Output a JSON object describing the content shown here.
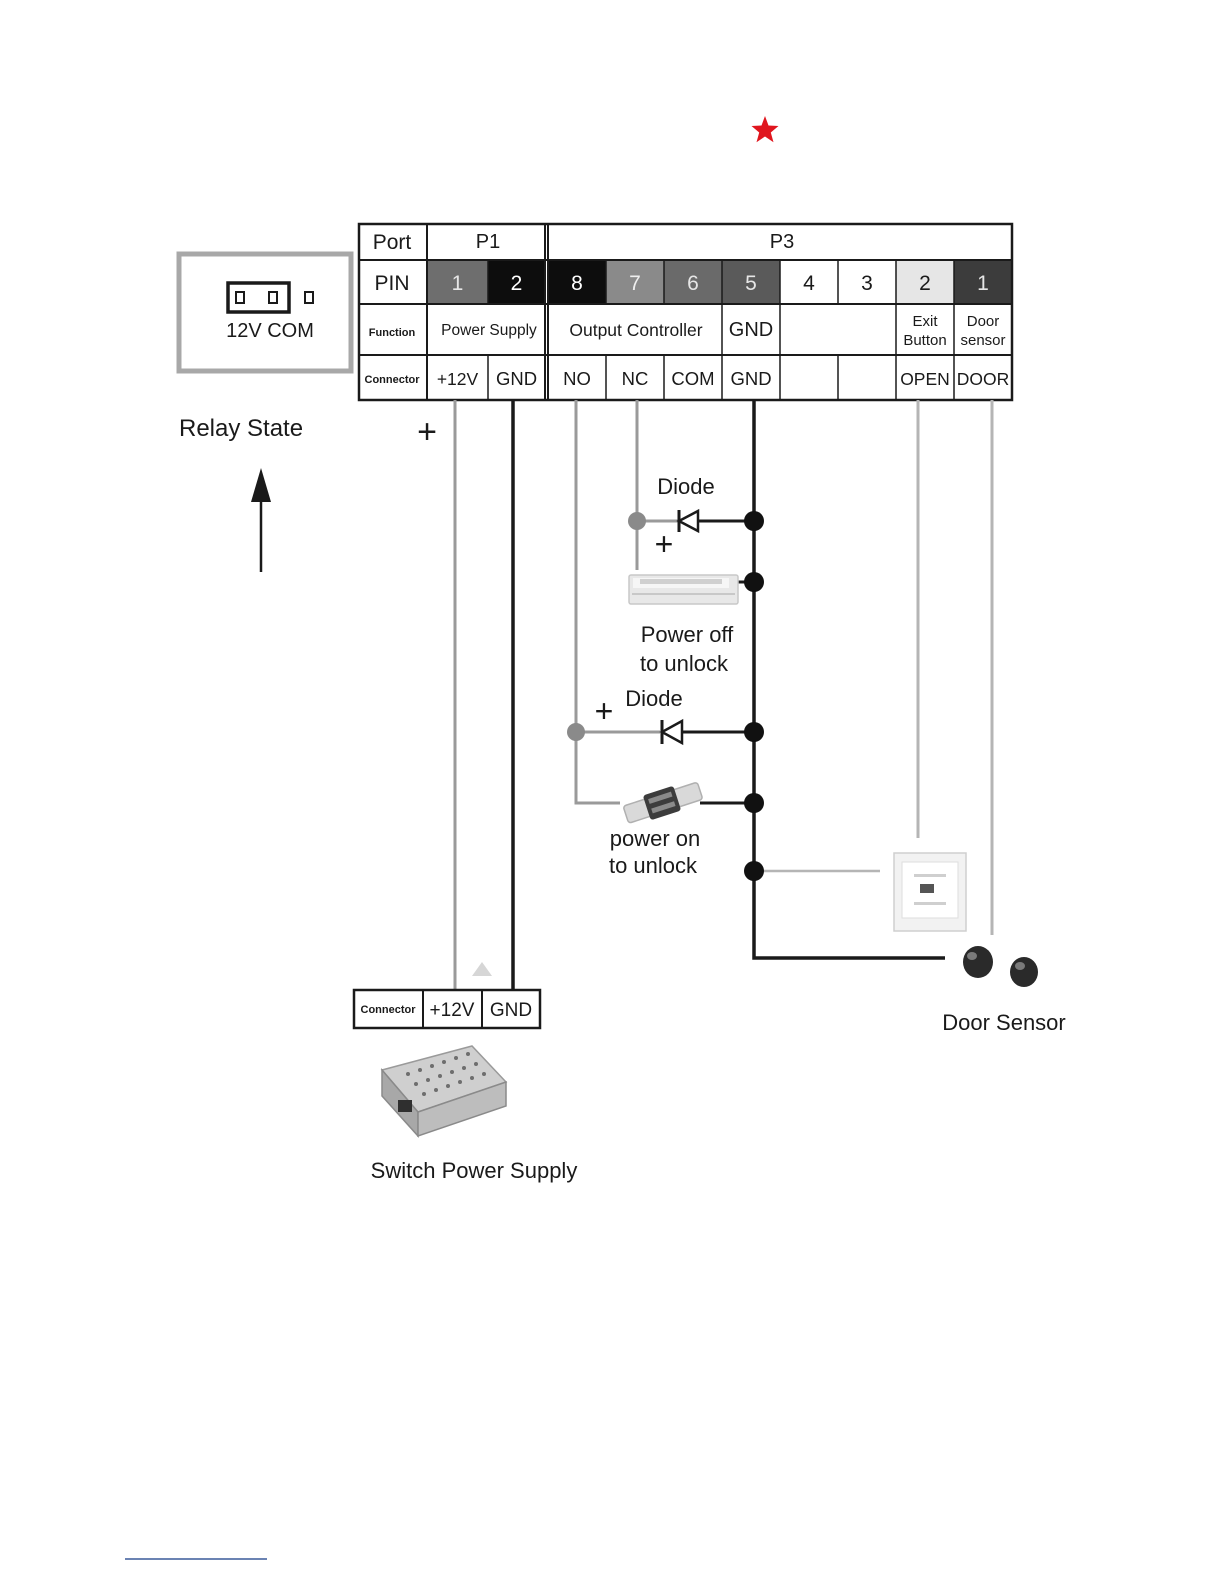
{
  "header": {
    "star_color": "#e0161e"
  },
  "relay": {
    "jumper_label": "12V COM",
    "state_label": "Relay State"
  },
  "table": {
    "row_labels": {
      "port": "Port",
      "pin": "PIN",
      "function": "Function",
      "connector": "Connector"
    },
    "ports": [
      "P1",
      "P3"
    ],
    "pins": [
      {
        "label": "1",
        "color": "#6e6e6e",
        "text_color": "#e6e6e6"
      },
      {
        "label": "2",
        "color": "#0d0d0d",
        "text_color": "#ffffff"
      },
      {
        "label": "8",
        "color": "#0d0d0d",
        "text_color": "#ffffff"
      },
      {
        "label": "7",
        "color": "#8a8a8a",
        "text_color": "#eeeeee"
      },
      {
        "label": "6",
        "color": "#6a6a6a",
        "text_color": "#e6e6e6"
      },
      {
        "label": "5",
        "color": "#5a5a5a",
        "text_color": "#e6e6e6"
      },
      {
        "label": "4",
        "color": "#ffffff",
        "text_color": "#1a1a1a"
      },
      {
        "label": "3",
        "color": "#ffffff",
        "text_color": "#1a1a1a"
      },
      {
        "label": "2",
        "color": "#e6e6e6",
        "text_color": "#1a1a1a"
      },
      {
        "label": "1",
        "color": "#3c3c3c",
        "text_color": "#e6e6e6"
      }
    ],
    "functions": {
      "power_supply": "Power Supply",
      "output_controller": "Output Controller",
      "gnd": "GND",
      "exit_button": [
        "Exit",
        "Button"
      ],
      "door_sensor": [
        "Door",
        "sensor"
      ]
    },
    "connectors": [
      "+12V",
      "GND",
      "NO",
      "NC",
      "COM",
      "GND",
      "",
      "",
      "OPEN",
      "DOOR"
    ]
  },
  "wiring": {
    "plus_sign": "+",
    "diode_label": "Diode",
    "lock_power_off_label": [
      "Power off",
      "to unlock"
    ],
    "lock_power_on_label": [
      "power on",
      "to unlock"
    ],
    "door_sensor_label": "Door Sensor"
  },
  "power_supply": {
    "connector_header": "Connector",
    "terminals": [
      "+12V",
      "GND"
    ],
    "label": "Switch Power Supply"
  }
}
